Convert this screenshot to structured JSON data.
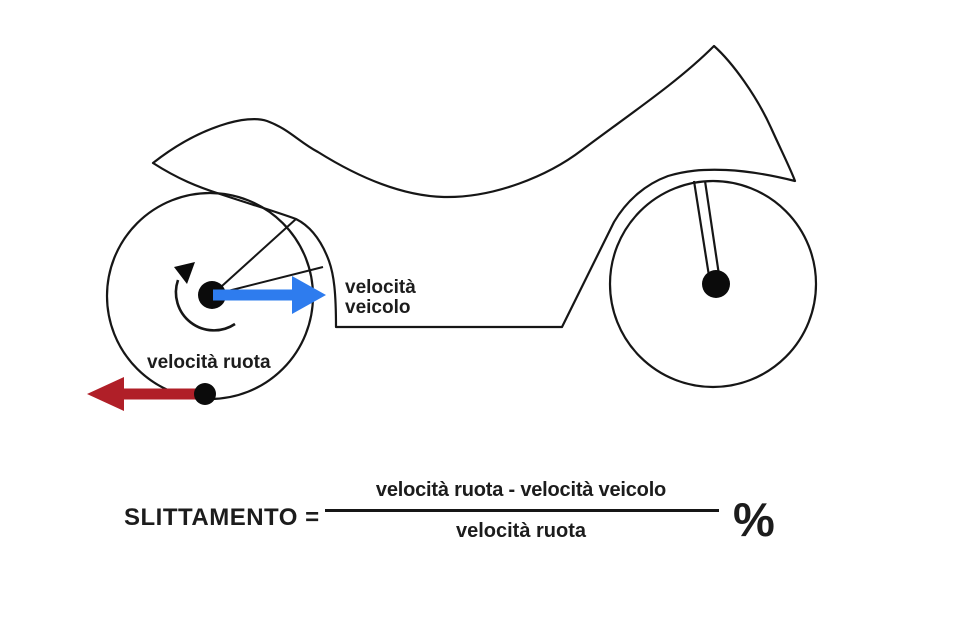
{
  "diagram": {
    "vehicle_speed_label": {
      "line1": "velocità",
      "line2": "veicolo"
    },
    "wheel_speed_label": "velocità ruota"
  },
  "formula": {
    "lhs": "SLITTAMENTO =",
    "numerator": "velocità ruota - velocità veicolo",
    "denominator": "velocità ruota",
    "unit": "%"
  },
  "colors": {
    "vehicle_speed_arrow": "#2e7cee",
    "wheel_speed_arrow": "#b01f28",
    "line_art": "#161616"
  }
}
